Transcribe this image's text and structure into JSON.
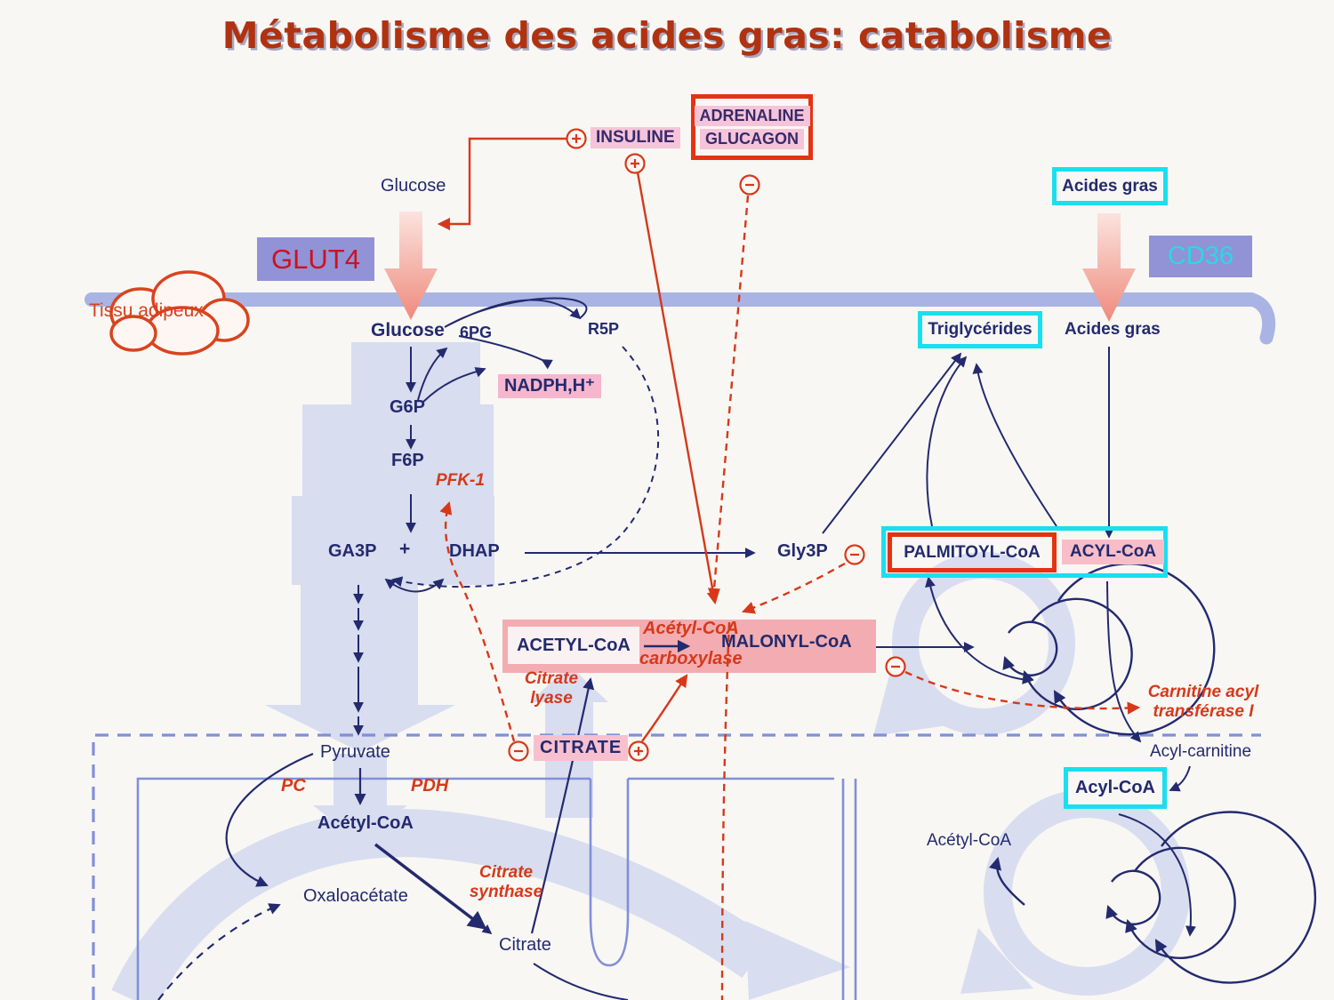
{
  "title": "Métabolisme des acides gras: catabolisme",
  "hormones": {
    "insuline": "INSULINE",
    "adrenaline": "ADRENALINE",
    "glucagon": "GLUCAGON"
  },
  "transporters": {
    "glut4": "GLUT4",
    "cd36": "CD36"
  },
  "tissue": {
    "label": "Tissu adipeux"
  },
  "extracellular": {
    "glucose": "Glucose",
    "fatty_acids": "Acides gras"
  },
  "cytosol": {
    "glucose": "Glucose",
    "pg6": "6PG",
    "r5p": "R5P",
    "nadph": "NADPH,H⁺",
    "g6p": "G6P",
    "f6p": "F6P",
    "pfk1": "PFK-1",
    "ga3p": "GA3P",
    "plus_sign": "+",
    "dhap": "DHAP",
    "gly3p": "Gly3P",
    "triglycerides": "Triglycérides",
    "fatty_acids": "Acides gras",
    "palmitoyl_coa": "PALMITOYL-CoA",
    "acyl_coa": "ACYL-CoA",
    "acetyl_coa": "ACETYL-CoA",
    "acc_enzyme": {
      "line1": "Acétyl-CoA",
      "line2": "carboxylase"
    },
    "malonyl_coa": "MALONYL-CoA",
    "citrate_lyase": {
      "line1": "Citrate",
      "line2": "lyase"
    },
    "citrate": "CITRATE"
  },
  "mitochondrion": {
    "pyruvate": "Pyruvate",
    "pc": "PC",
    "pdh": "PDH",
    "acetyl_coa": "Acétyl-CoA",
    "oxaloacetate": "Oxaloacétate",
    "citrate_synthase": {
      "line1": "Citrate",
      "line2": "synthase"
    },
    "citrate": "Citrate",
    "cat1": {
      "line1": "Carnitine acyl",
      "line2": "transférase I"
    },
    "acyl_carnitine": "Acyl-carnitine",
    "acyl_coa": "Acyl-CoA",
    "acetyl_coa_beta": "Acétyl-CoA"
  },
  "colors": {
    "title": "#b03210",
    "navy": "#232a6e",
    "red_accent": "#d6391a",
    "pink_highlight": "#f6c4d9",
    "acc_band": "#f3acb1",
    "purple_box": "#9193d6",
    "cyan_border": "#19dfee",
    "red_border": "#e53312",
    "membrane": "#a9b4e4",
    "pale_blue": "#b9c4ec",
    "glut4_text": "#d01020",
    "cd36_text": "#2bd7e9"
  }
}
